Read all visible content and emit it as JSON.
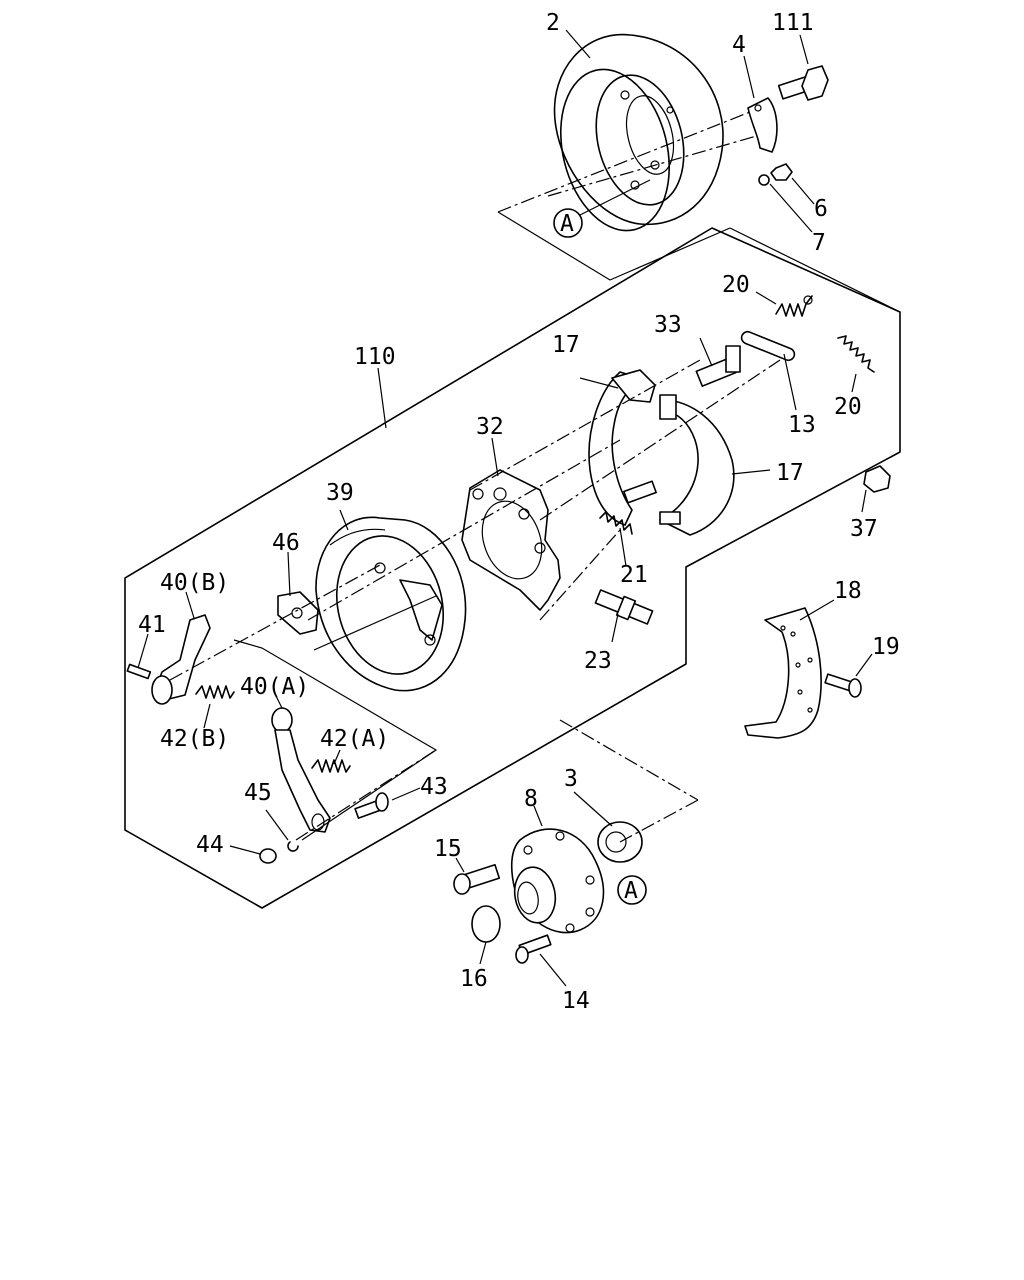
{
  "diagram": {
    "callouts": [
      {
        "id": "c2",
        "text": "2"
      },
      {
        "id": "c111",
        "text": "111"
      },
      {
        "id": "c4",
        "text": "4"
      },
      {
        "id": "c6",
        "text": "6"
      },
      {
        "id": "c7",
        "text": "7"
      },
      {
        "id": "c20a",
        "text": "20"
      },
      {
        "id": "c33",
        "text": "33"
      },
      {
        "id": "c17a",
        "text": "17"
      },
      {
        "id": "c110",
        "text": "110"
      },
      {
        "id": "c13",
        "text": "13"
      },
      {
        "id": "c20b",
        "text": "20"
      },
      {
        "id": "c32",
        "text": "32"
      },
      {
        "id": "c17b",
        "text": "17"
      },
      {
        "id": "c39",
        "text": "39"
      },
      {
        "id": "c37",
        "text": "37"
      },
      {
        "id": "c46",
        "text": "46"
      },
      {
        "id": "c21",
        "text": "21"
      },
      {
        "id": "c40b",
        "text": "40(B)"
      },
      {
        "id": "c18",
        "text": "18"
      },
      {
        "id": "c41",
        "text": "41"
      },
      {
        "id": "c23",
        "text": "23"
      },
      {
        "id": "c19",
        "text": "19"
      },
      {
        "id": "c40a",
        "text": "40(A)"
      },
      {
        "id": "c42b",
        "text": "42(B)"
      },
      {
        "id": "c42a",
        "text": "42(A)"
      },
      {
        "id": "c3",
        "text": "3"
      },
      {
        "id": "c45",
        "text": "45"
      },
      {
        "id": "c43",
        "text": "43"
      },
      {
        "id": "c8",
        "text": "8"
      },
      {
        "id": "c44",
        "text": "44"
      },
      {
        "id": "c15",
        "text": "15"
      },
      {
        "id": "c16",
        "text": "16"
      },
      {
        "id": "c14",
        "text": "14"
      }
    ],
    "reference_marks": [
      "A",
      "A"
    ]
  }
}
